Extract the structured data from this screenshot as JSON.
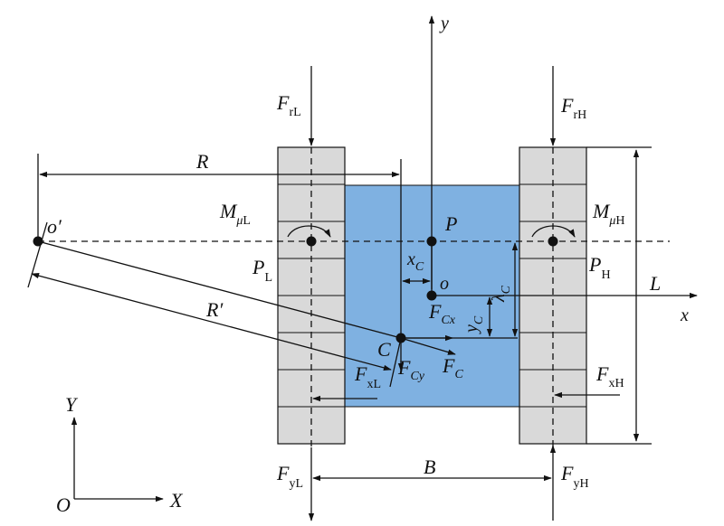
{
  "colors": {
    "track_fill": "#d9d9d9",
    "body_fill": "#7fb1e1",
    "line": "#111111"
  },
  "labels": {
    "axis_y": "y",
    "axis_x": "x",
    "origin_o": "o",
    "point_p": "P",
    "point_c": "C",
    "pivot": "o′",
    "len_L": "L",
    "dim_R": "R",
    "dim_R_prime": "R′",
    "dim_B": "B",
    "global_Y": "Y",
    "global_X": "X",
    "global_O": "O",
    "F_rL": {
      "main": "F",
      "sub": "rL"
    },
    "F_rH": {
      "main": "F",
      "sub": "rH"
    },
    "M_muL": {
      "main": "M",
      "sub_greek": "μ",
      "sub": "L"
    },
    "M_muH": {
      "main": "M",
      "sub_greek": "μ",
      "sub": "H"
    },
    "P_L": {
      "main": "P",
      "sub": "L"
    },
    "P_H": {
      "main": "P",
      "sub": "H"
    },
    "x_C": {
      "main": "x",
      "sub": "C"
    },
    "y_C": {
      "main": "y",
      "sub": "C"
    },
    "lambda_C": {
      "main": "λ",
      "sub": "C"
    },
    "F_Cx": {
      "main": "F",
      "sub": "Cx"
    },
    "F_Cy": {
      "main": "F",
      "sub": "Cy"
    },
    "F_C": {
      "main": "F",
      "sub": "C"
    },
    "F_xL": {
      "main": "F",
      "sub": "xL"
    },
    "F_xH": {
      "main": "F",
      "sub": "xH"
    },
    "F_yL": {
      "main": "F",
      "sub": "yL"
    },
    "F_yH": {
      "main": "F",
      "sub": "yH"
    }
  }
}
